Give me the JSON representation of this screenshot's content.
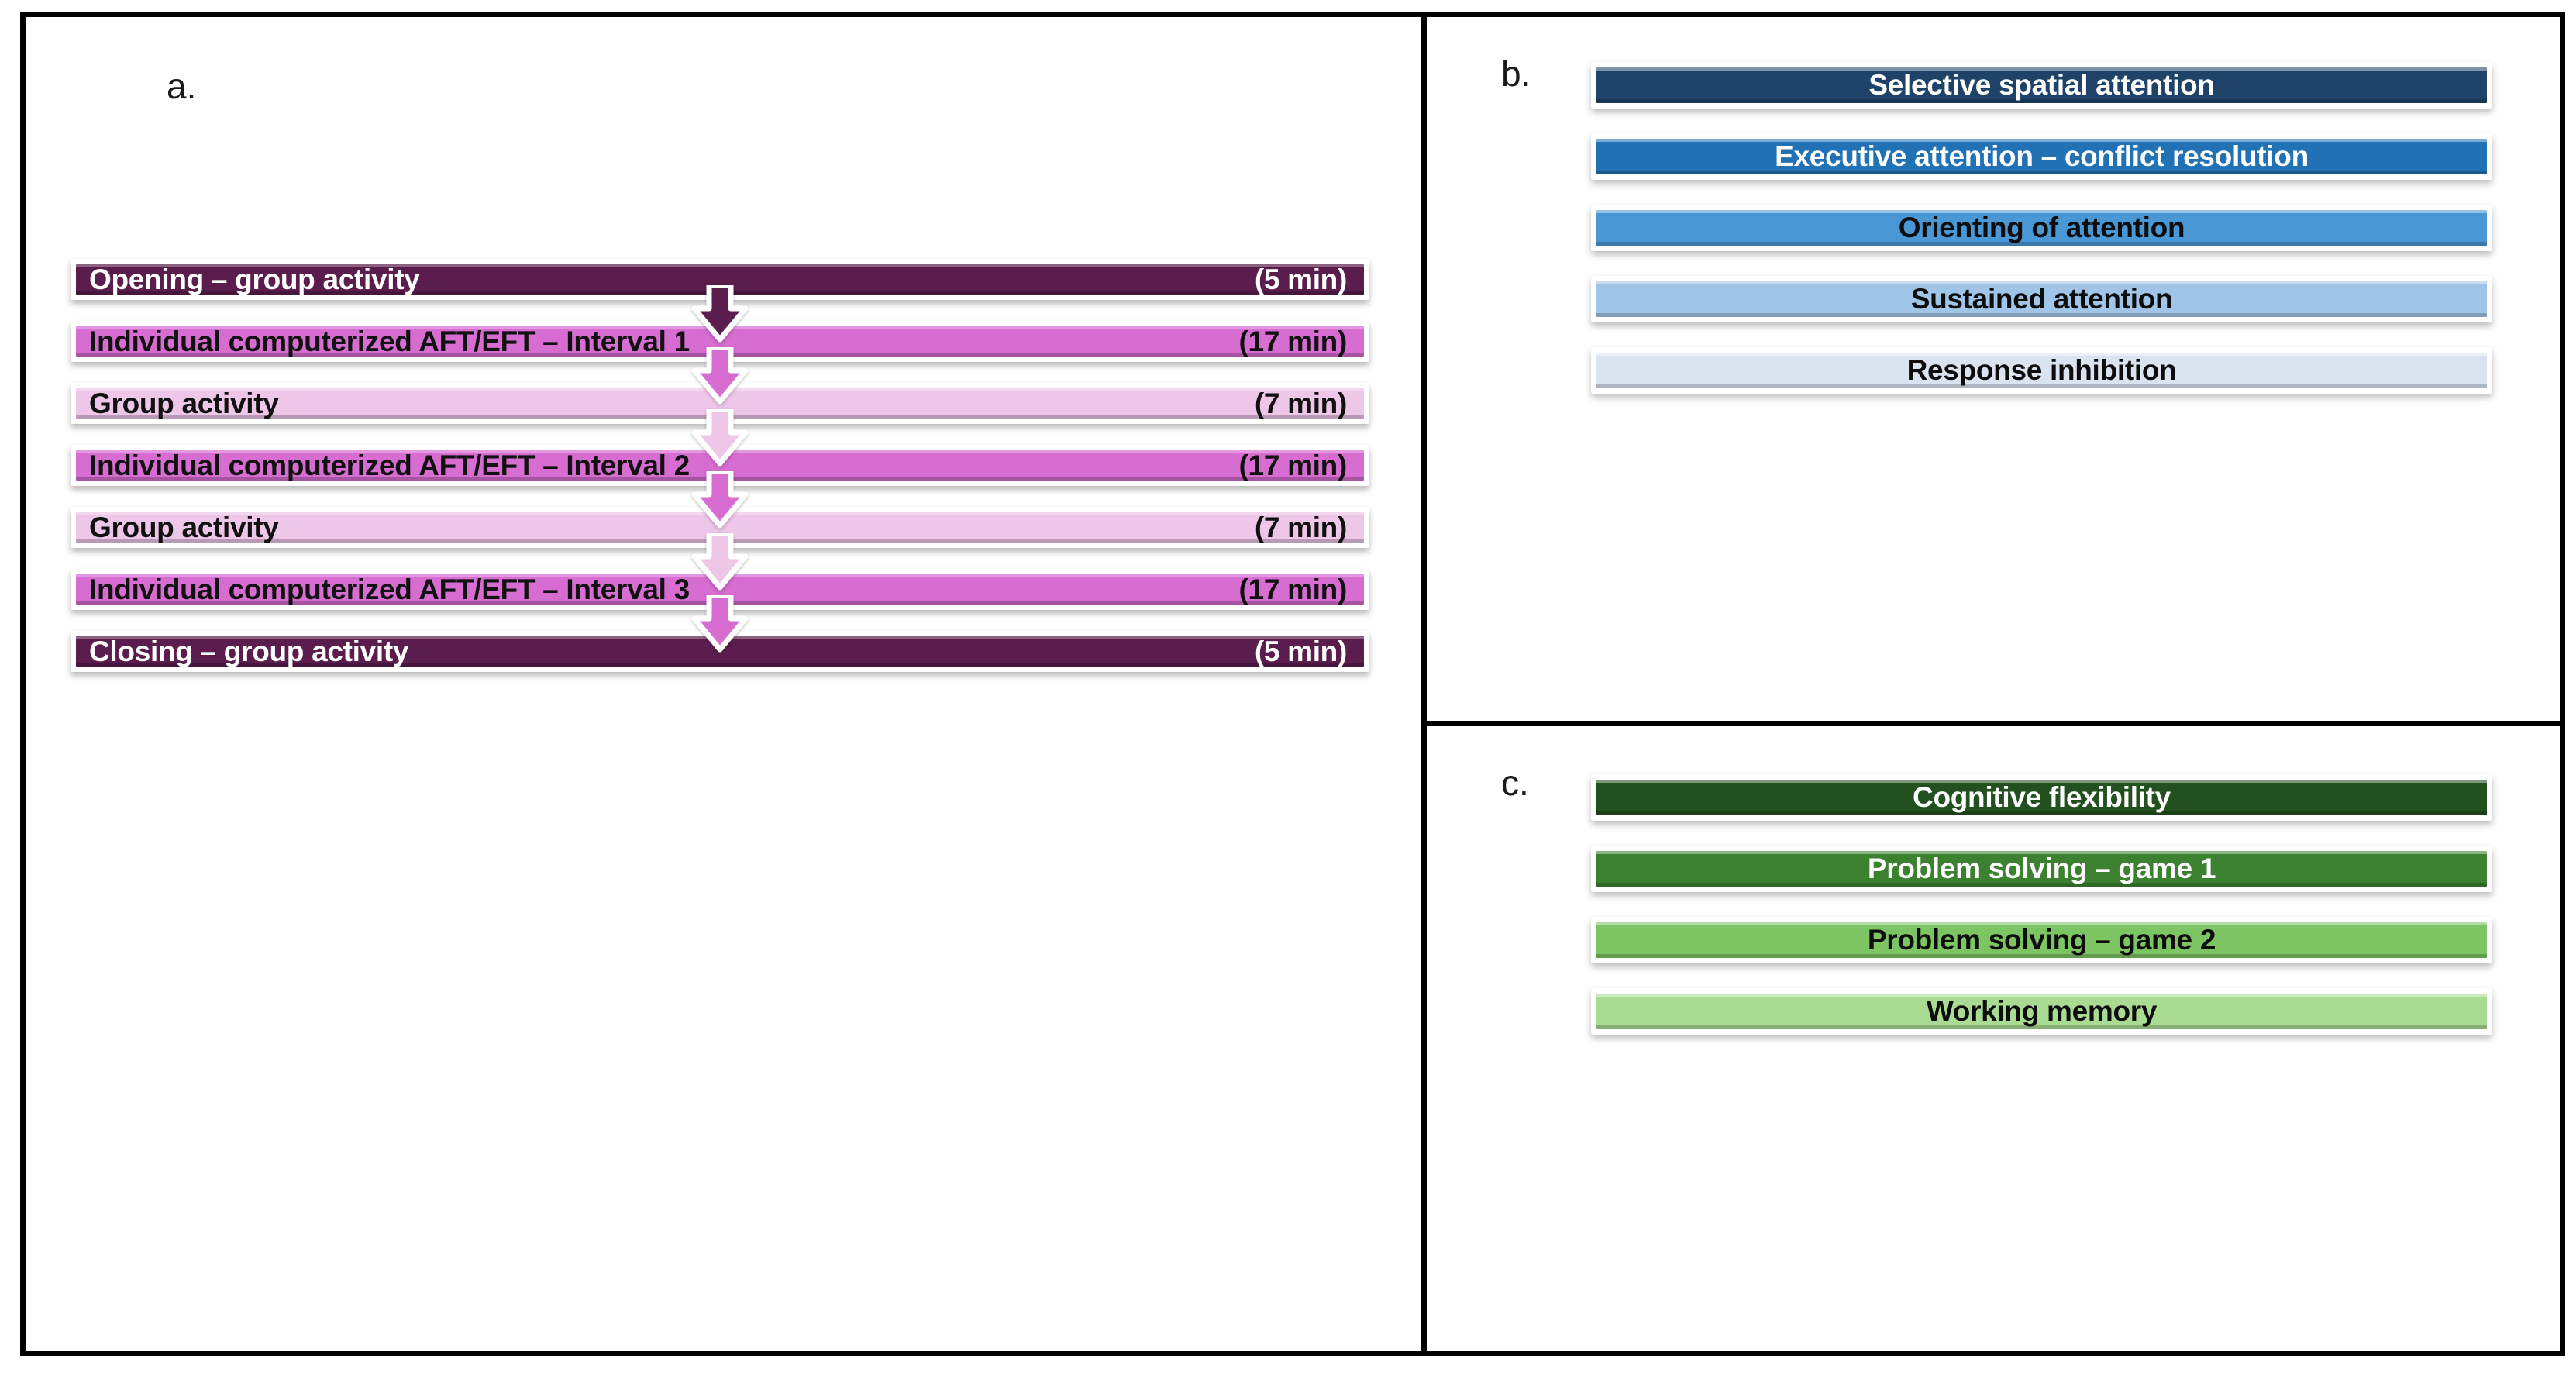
{
  "figure": {
    "panels": [
      {
        "key": "a",
        "label": "a.",
        "name": "intervention-session-timeline",
        "rows": [
          {
            "title": "Opening – group activity",
            "duration": "(5 min)",
            "tone": "darkpurple",
            "arrow_color": "#5b1d4d"
          },
          {
            "title": "Individual computerized AFT/EFT – Interval 1",
            "duration": "(17 min)",
            "tone": "magenta",
            "arrow_color": "#d76cd1"
          },
          {
            "title": "Group activity",
            "duration": "(7 min)",
            "tone": "lightpink",
            "arrow_color": "#eec6e8"
          },
          {
            "title": "Individual computerized AFT/EFT – Interval 2",
            "duration": "(17 min)",
            "tone": "magenta",
            "arrow_color": "#d76cd1"
          },
          {
            "title": "Group activity",
            "duration": "(7 min)",
            "tone": "lightpink",
            "arrow_color": "#eec6e8"
          },
          {
            "title": "Individual computerized AFT/EFT – Interval 3",
            "duration": "(17 min)",
            "tone": "magenta",
            "arrow_color": "#d76cd1"
          },
          {
            "title": "Closing – group activity",
            "duration": "(5 min)",
            "tone": "darkpurple",
            "arrow_color": null
          }
        ]
      },
      {
        "key": "b",
        "label": "b.",
        "name": "attention-functions-list",
        "boxes": [
          {
            "label": "Selective spatial attention",
            "color": "#1f4368",
            "text_color": "#ffffff"
          },
          {
            "label": "Executive attention – conflict resolution",
            "color": "#2171b5",
            "text_color": "#ffffff"
          },
          {
            "label": "Orienting of attention",
            "color": "#4a97d6",
            "text_color": "#0d0d0d"
          },
          {
            "label": "Sustained attention",
            "color": "#a0c5e8",
            "text_color": "#0d0d0d"
          },
          {
            "label": "Response inhibition",
            "color": "#dae4f0",
            "text_color": "#0d0d0d"
          }
        ]
      },
      {
        "key": "c",
        "label": "c.",
        "name": "executive-functions-list",
        "boxes": [
          {
            "label": "Cognitive flexibility",
            "color": "#23501f",
            "text_color": "#ffffff"
          },
          {
            "label": "Problem solving – game 1",
            "color": "#3b8130",
            "text_color": "#ffffff"
          },
          {
            "label": "Problem solving – game 2",
            "color": "#7dc462",
            "text_color": "#0d0d0d"
          },
          {
            "label": "Working memory",
            "color": "#a9db93",
            "text_color": "#0d0d0d"
          }
        ]
      }
    ]
  }
}
